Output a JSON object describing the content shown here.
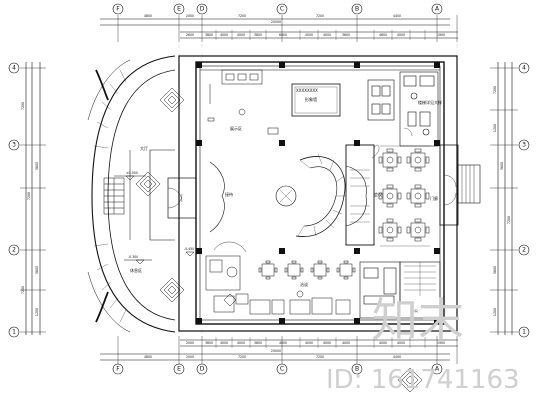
{
  "axes": {
    "top": [
      "F",
      "E",
      "D",
      "C",
      "B",
      "A"
    ],
    "left": [
      "4",
      "3",
      "2",
      "1"
    ],
    "right": [
      "4",
      "3",
      "2",
      "1"
    ],
    "bottom": [
      "F",
      "E",
      "D",
      "C",
      "B",
      "A"
    ]
  },
  "top_dims": {
    "outer": [
      "4800",
      "2000",
      "7200",
      "7200",
      "4400"
    ],
    "total": "20000",
    "inner": [
      "2600",
      "3800",
      "4000",
      "4000",
      "3800",
      "6000",
      "4000",
      "4000",
      "3600",
      "4600",
      "4000",
      "1900"
    ]
  },
  "bottom_dims": {
    "inner": [
      "2000",
      "3800",
      "4000",
      "4000",
      "3800",
      "4000",
      "4000",
      "4000",
      "4000",
      "4000",
      "4000",
      "1900"
    ],
    "outer": [
      "4800",
      "2000",
      "7200",
      "7200",
      "4400"
    ],
    "total": "20000"
  },
  "left_dims": [
    "7200",
    "7200",
    "3600",
    "7200",
    "3600",
    "1200"
  ],
  "right_dims": [
    "7200",
    "1200",
    "3600",
    "7200",
    "3600",
    "1200"
  ],
  "labels": {
    "display_area": "展示区",
    "reception": "接待",
    "lobby_left": "大厅",
    "lounge_left": "休息区",
    "vestibule": "门廊",
    "meeting": "会议",
    "negotiation": "洽谈",
    "office": "办公",
    "stair_note": "楼梯详见大样",
    "sign": "XXXXXXXX",
    "sign_sub": "形象墙",
    "level_1": "±0.000",
    "level_2": "-0.300",
    "level_3": "-0.450"
  },
  "watermark": {
    "brand": "知末",
    "id": "ID: 161741163"
  }
}
